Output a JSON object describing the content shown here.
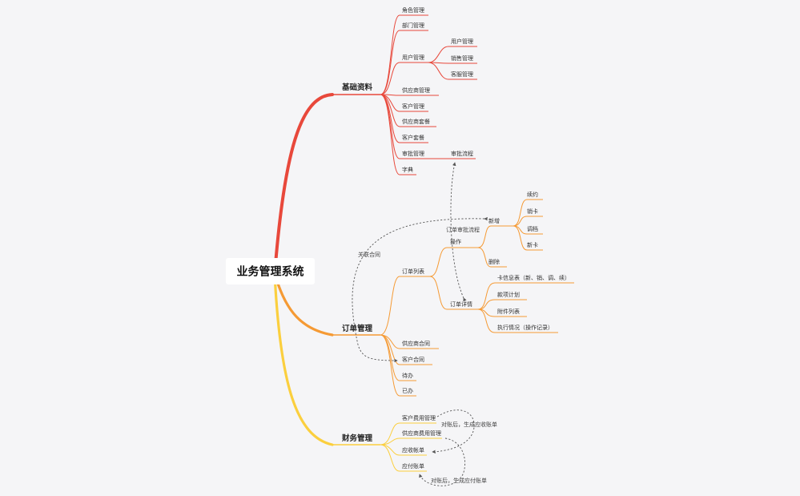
{
  "root": {
    "label": "业务管理系统"
  },
  "colors": {
    "red": "#e8483b",
    "orange": "#f59a34",
    "yellow": "#fbcf3e"
  },
  "branches": [
    {
      "label": "基础资料",
      "color": "#e8483b",
      "children": [
        {
          "label": "角色管理"
        },
        {
          "label": "部门管理"
        },
        {
          "label": "用户管理",
          "children": [
            {
              "label": "用户管理"
            },
            {
              "label": "销售管理"
            },
            {
              "label": "客服管理"
            }
          ]
        },
        {
          "label": "供应商管理"
        },
        {
          "label": "客户管理"
        },
        {
          "label": "供应商套餐"
        },
        {
          "label": "客户套餐"
        },
        {
          "label": "审批管理",
          "children": [
            {
              "label": "审批流程"
            }
          ]
        },
        {
          "label": "字典"
        }
      ]
    },
    {
      "label": "订单管理",
      "color": "#f59a34",
      "children": [
        {
          "label": "订单列表",
          "children": [
            {
              "label": "操作",
              "children": [
                {
                  "label": "新增",
                  "children": [
                    {
                      "label": "续约"
                    },
                    {
                      "label": "销卡"
                    },
                    {
                      "label": "调档"
                    },
                    {
                      "label": "新卡"
                    }
                  ]
                },
                {
                  "label": "删除"
                }
              ]
            },
            {
              "label": "订单详情",
              "children": [
                {
                  "label": "卡信息表（新、销、调、续）"
                },
                {
                  "label": "款项计划"
                },
                {
                  "label": "附件列表"
                },
                {
                  "label": "执行情况（操作记录）"
                }
              ]
            }
          ]
        },
        {
          "label": "供应商合同"
        },
        {
          "label": "客户合同"
        },
        {
          "label": "待办"
        },
        {
          "label": "已办"
        }
      ]
    },
    {
      "label": "财务管理",
      "color": "#fbcf3e",
      "children": [
        {
          "label": "客户费用管理"
        },
        {
          "label": "供应商费用管理"
        },
        {
          "label": "应收帐单"
        },
        {
          "label": "应付账单"
        }
      ]
    }
  ],
  "relations": [
    {
      "label": "订单审批流程"
    },
    {
      "label": "关联合同"
    },
    {
      "label": "对账后，生成应收账单"
    },
    {
      "label": "对账后，生成应付账单"
    }
  ]
}
